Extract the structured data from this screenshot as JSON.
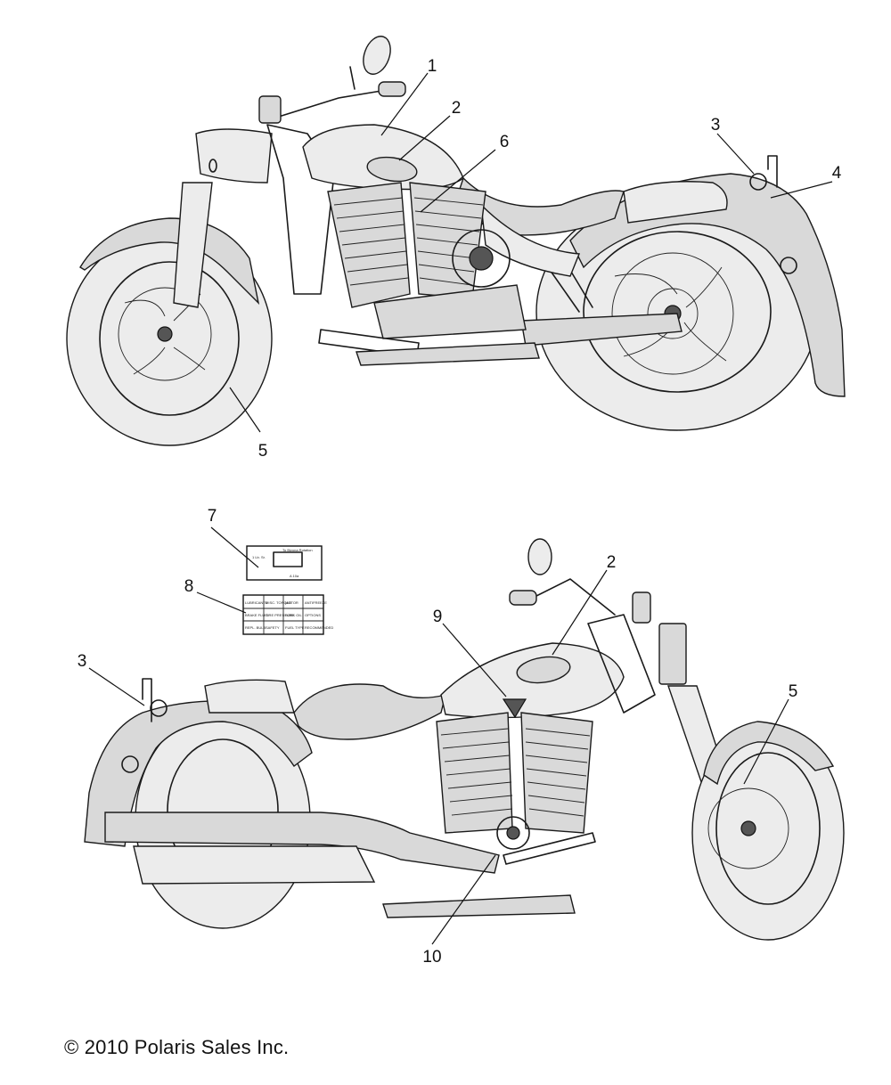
{
  "copyright": "© 2010 Polaris Sales Inc.",
  "callouts_top": [
    "1",
    "2",
    "3",
    "4",
    "5",
    "6"
  ],
  "callouts_bottom": [
    "7",
    "8",
    "2",
    "9",
    "3",
    "5",
    "10"
  ],
  "decal_7": [
    "1 Lb. Sr.",
    "To Bizona Rotation",
    "A 10a"
  ],
  "decal_8": [
    "LUBRICANTE",
    "MISC. TORQUE",
    "MOTOR",
    "ANTIFREEZE",
    "BRAKE FLUID",
    "TIRE PRESSURE",
    "FORK OIL",
    "OPTIONS",
    "REPL. BULB",
    "SAFETY",
    "FUEL TYPE",
    "RECOMMENDED"
  ]
}
